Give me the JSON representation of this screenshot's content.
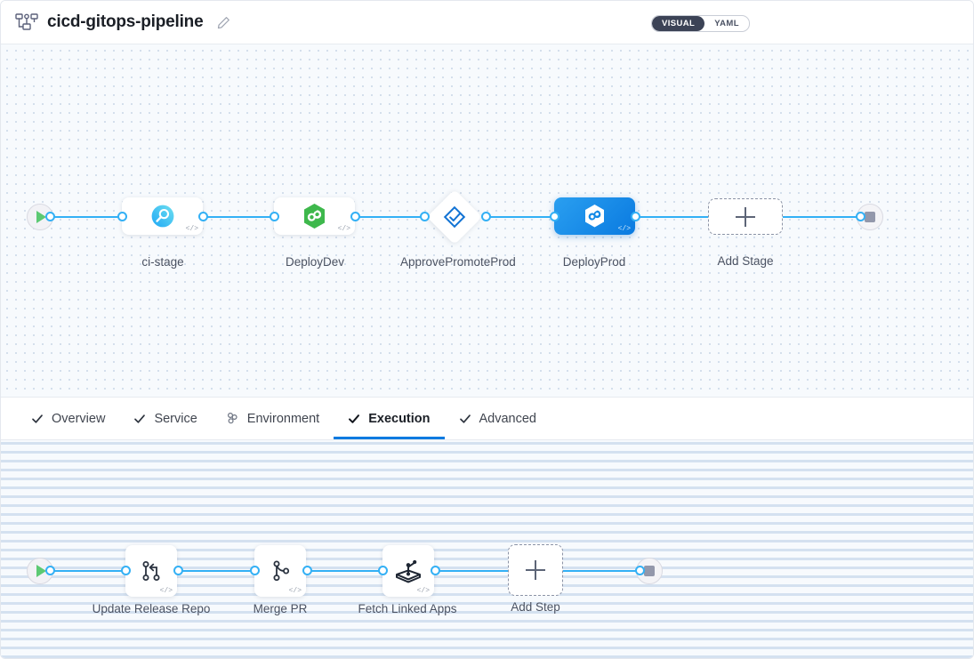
{
  "header": {
    "icon": "pipeline-icon",
    "title": "cicd-gitops-pipeline",
    "edit_icon": "pencil-icon",
    "view_toggle": {
      "options": [
        "VISUAL",
        "YAML"
      ],
      "selected": "VISUAL"
    }
  },
  "stage_canvas": {
    "start_node": {
      "icon": "play-icon"
    },
    "end_node": {
      "icon": "stop-icon"
    },
    "stages": [
      {
        "label": "ci-stage",
        "icon": "ci-magnifier-icon",
        "badge": "</>",
        "shape": "rounded",
        "selected": false
      },
      {
        "label": "DeployDev",
        "icon": "argocd-hexagon-icon",
        "badge": "</>",
        "shape": "rounded",
        "selected": false
      },
      {
        "label": "ApprovePromoteProd",
        "icon": "approval-diamond-check-icon",
        "badge": "",
        "shape": "diamond",
        "selected": false
      },
      {
        "label": "DeployProd",
        "icon": "argocd-hexagon-icon",
        "badge": "</>",
        "shape": "rounded",
        "selected": true
      }
    ],
    "add_stage": {
      "label": "Add Stage",
      "icon": "plus-icon"
    }
  },
  "tabs": [
    {
      "label": "Overview",
      "icon": "check-icon",
      "active": false
    },
    {
      "label": "Service",
      "icon": "check-icon",
      "active": false
    },
    {
      "label": "Environment",
      "icon": "environment-icon",
      "active": false
    },
    {
      "label": "Execution",
      "icon": "check-icon",
      "active": true
    },
    {
      "label": "Advanced",
      "icon": "check-icon",
      "active": false
    }
  ],
  "step_canvas": {
    "start_node": {
      "icon": "play-icon"
    },
    "end_node": {
      "icon": "stop-icon"
    },
    "steps": [
      {
        "label": "Update Release Repo",
        "icon": "git-merge-icon",
        "badge": "</>"
      },
      {
        "label": "Merge PR",
        "icon": "git-branch-icon",
        "badge": "</>"
      },
      {
        "label": "Fetch Linked Apps",
        "icon": "argocd-app-icon",
        "badge": "</>"
      }
    ],
    "add_step": {
      "label": "Add Step",
      "icon": "plus-icon"
    }
  },
  "colors": {
    "accent": "#0a7ae0",
    "edge": "#33b0f5",
    "selected_node": "#1f8fe8",
    "canvas_bg": "#f7fafd",
    "start_green": "#5cc973"
  }
}
